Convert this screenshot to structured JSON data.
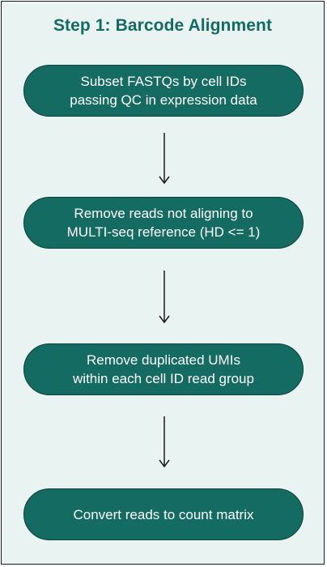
{
  "diagram": {
    "title": "Step 1: Barcode Alignment",
    "steps": [
      {
        "label": "Subset FASTQs by cell IDs\npassing QC in expression data"
      },
      {
        "label": "Remove reads not aligning to\nMULTI-seq reference (HD <= 1)"
      },
      {
        "label": "Remove duplicated UMIs\nwithin each cell ID read group"
      },
      {
        "label": "Convert reads to count matrix"
      }
    ]
  },
  "colors": {
    "background": "#e8f3f2",
    "title": "#146b62",
    "step_fill": "#146b62",
    "step_text": "#ffffff",
    "arrow": "#1a1a1a"
  }
}
